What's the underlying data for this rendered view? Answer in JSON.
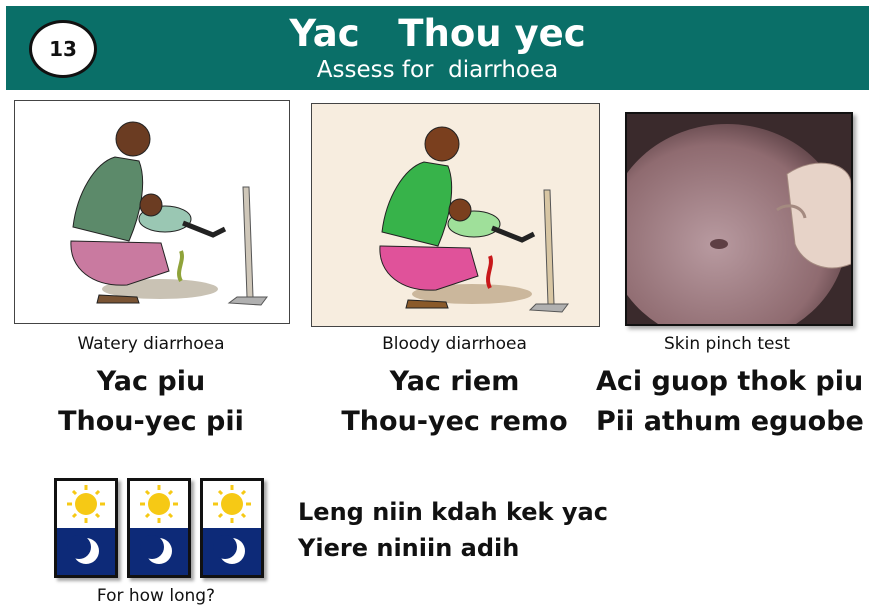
{
  "header": {
    "number": "13",
    "title": "Yac   Thou yec",
    "subtitle": "Assess for  diarrhoea"
  },
  "cards": [
    {
      "caption": "Watery diarrhoea",
      "line1": "Yac piu",
      "line2": "Thou-yec pii"
    },
    {
      "caption": "Bloody diarrhoea",
      "line1": "Yac riem",
      "line2": "Thou-yec remo"
    },
    {
      "caption": "Skin pinch test",
      "line1": "Aci guop thok piu",
      "line2": "Pii athum eguobe"
    }
  ],
  "duration": {
    "caption": "For how long?",
    "line1": "Leng niin kdah kek yac",
    "line2": "Yiere niniin adih",
    "days": 3
  },
  "colors": {
    "header_bg": "#0a6f68",
    "sun": "#f6c915",
    "night": "#0d2a78",
    "stool_watery": "#8fa33a",
    "stool_bloody": "#c8181a"
  }
}
